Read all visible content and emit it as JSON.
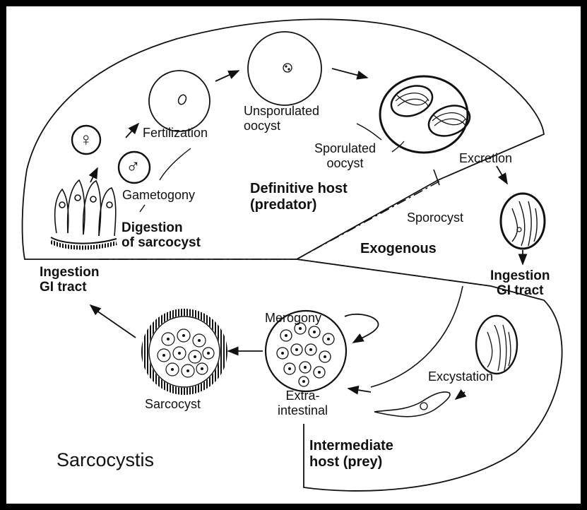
{
  "title": "Sarcocystis",
  "stages": {
    "fertilization": "Fertilization",
    "unsporulated_oocyst": "Unsporulated\noocyst",
    "sporulated_oocyst": "Sporulated\noocyst",
    "excretion": "Excretion",
    "gametogony": "Gametogony",
    "sporocyst": "Sporocyst",
    "merogony": "Merogony",
    "excystation": "Excystation",
    "sarcocyst": "Sarcocyst",
    "extra_intestinal": "Extra-\nintestinal"
  },
  "phases": {
    "definitive_host": "Definitive host\n(predator)",
    "digestion_of_sarcocyst": "Digestion\nof sarcocyst",
    "exogenous": "Exogenous",
    "ingestion_left": "Ingestion\nGI tract",
    "ingestion_right": "Ingestion\nGI tract",
    "intermediate_host": "Intermediate\nhost (prey)"
  },
  "symbols": {
    "female": "♀",
    "male": "♂"
  }
}
